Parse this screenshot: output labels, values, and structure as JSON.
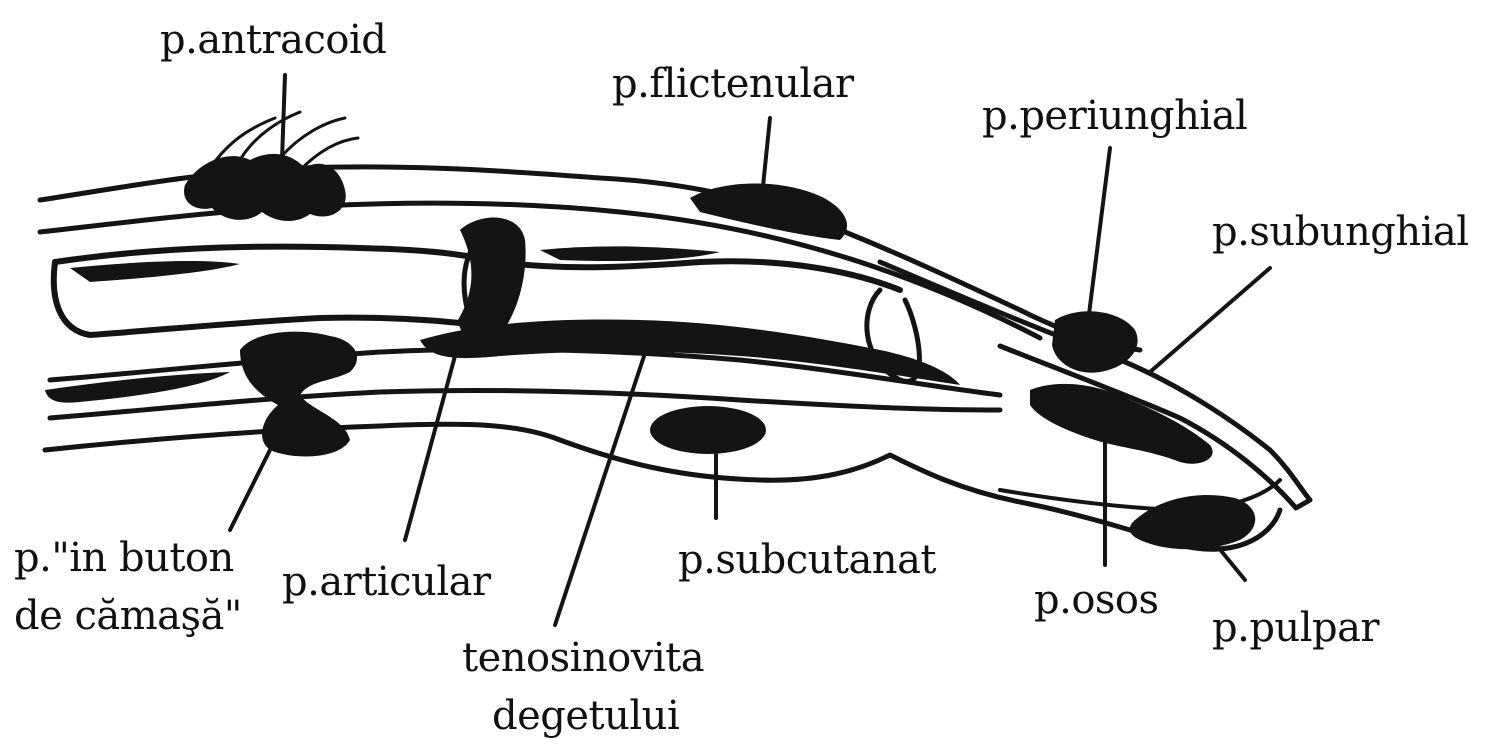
{
  "labels": {
    "antracoid": "p.antracoid",
    "flictenular": "p.flictenular",
    "periunghial": "p.periunghial",
    "subunghial": "p.subunghial",
    "buton_line1": "p.\"in buton",
    "buton_line2": "de cămaşă\"",
    "articular": "p.articular",
    "tenosinovita_line1": "tenosinovita",
    "tenosinovita_line2": "degetului",
    "subcutanat": "p.subcutanat",
    "osos": "p.osos",
    "pulpar": "p.pulpar"
  },
  "colors": {
    "ink": "#141414",
    "background": "#ffffff"
  }
}
